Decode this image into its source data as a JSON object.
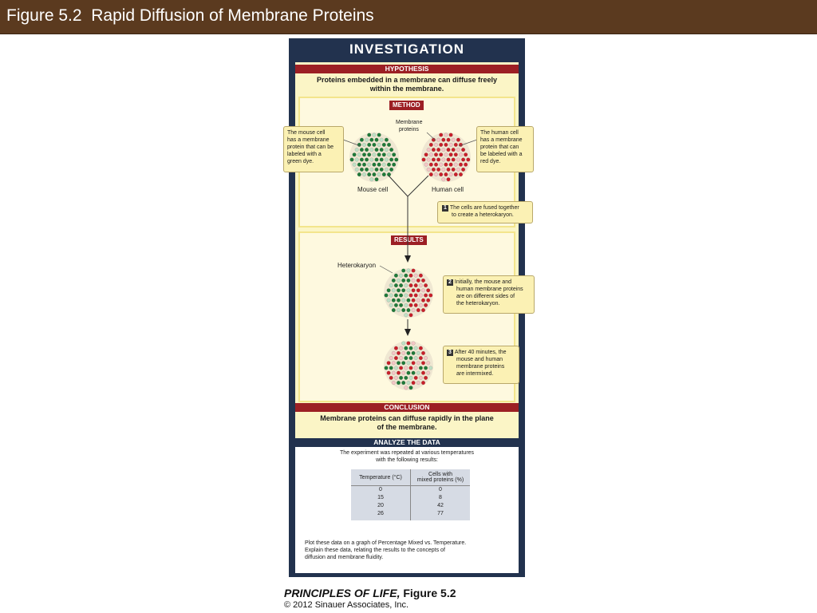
{
  "header": {
    "title": "Figure 5.2  Rapid Diffusion of Membrane Proteins"
  },
  "investigation": {
    "title": "INVESTIGATION",
    "hypothesis": {
      "label": "HYPOTHESIS",
      "text_line1": "Proteins embedded in a membrane can diffuse freely",
      "text_line2": "within the membrane."
    },
    "method": {
      "label": "METHOD",
      "membrane_proteins_line1": "Membrane",
      "membrane_proteins_line2": "proteins",
      "mouse_callout": [
        "The mouse cell",
        "has a membrane",
        "protein that can be",
        "labeled with a",
        "green dye."
      ],
      "human_callout": [
        "The human cell",
        "has a membrane",
        "protein that can",
        "be labeled with a",
        "red dye."
      ],
      "mouse_label": "Mouse cell",
      "human_label": "Human cell",
      "step1_number": "1",
      "step1_text": [
        "The cells are fused together",
        "to create a heterokaryon."
      ]
    },
    "results": {
      "label": "RESULTS",
      "heterokaryon_label": "Heterokaryon",
      "step2_number": "2",
      "step2_text": [
        "Initially, the mouse and",
        "human membrane proteins",
        "are on different sides of",
        "the heterokaryon."
      ],
      "step3_number": "3",
      "step3_text": [
        "After 40 minutes, the",
        "mouse and human",
        "membrane proteins",
        "are intermixed."
      ]
    },
    "conclusion": {
      "label": "CONCLUSION",
      "text_line1": "Membrane proteins can diffuse rapidly in the plane",
      "text_line2": "of the membrane."
    },
    "analyze": {
      "label": "ANALYZE THE DATA",
      "intro_line1": "The experiment was repeated at various temperatures",
      "intro_line2": "with the following results:",
      "table": {
        "col1_header": "Temperature (°C)",
        "col2_header_line1": "Cells with",
        "col2_header_line2": "mixed proteins (%)",
        "rows": [
          {
            "temp": "0",
            "mixed": "0"
          },
          {
            "temp": "15",
            "mixed": "8"
          },
          {
            "temp": "20",
            "mixed": "42"
          },
          {
            "temp": "26",
            "mixed": "77"
          }
        ]
      },
      "instructions": [
        "Plot these data on a graph of Percentage Mixed vs. Temperature.",
        "Explain these data, relating the results to the concepts of",
        "diffusion and membrane fluidity."
      ]
    }
  },
  "footer": {
    "book": "PRINCIPLES OF LIFE,",
    "figure": " Figure 5.2",
    "copyright": "© 2012 Sinauer Associates, Inc."
  },
  "colors": {
    "title_bar": "#5b3a1f",
    "card_navy": "#22324e",
    "section_red": "#9c1f24",
    "panel_yellow": "#fbf5c6",
    "mouse_green": "#1f7a3a",
    "human_red": "#c8202b"
  }
}
